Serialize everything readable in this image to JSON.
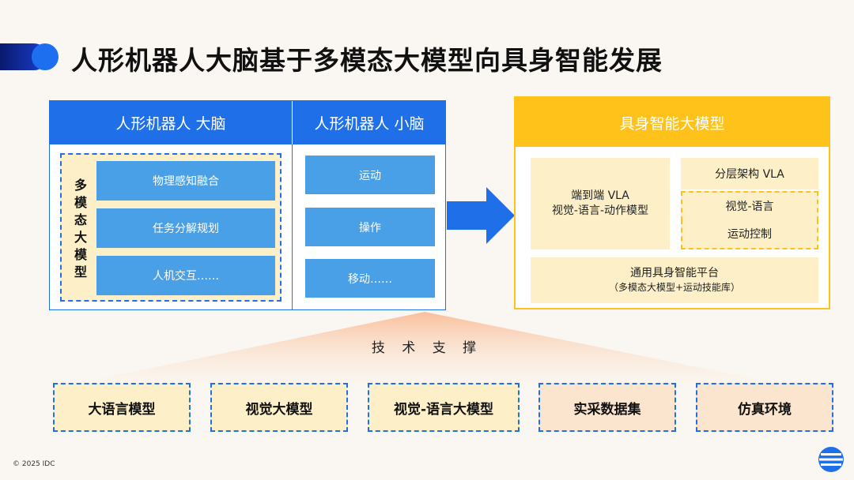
{
  "page": {
    "title": "人形机器人大脑基于多模态大模型向具身智能发展"
  },
  "left_panel": {
    "brain_header": "人形机器人 大脑",
    "cerebellum_header": "人形机器人 小脑",
    "multimodal_label": "多模态大模型",
    "brain_items": [
      "物理感知融合",
      "任务分解规划",
      "人机交互……"
    ],
    "cerebellum_items": [
      "运动",
      "操作",
      "移动……"
    ]
  },
  "right_panel": {
    "header": "具身智能大模型",
    "e2e_line1": "端到端 VLA",
    "e2e_line2": "视觉-语言-动作模型",
    "layered_title": "分层架构 VLA",
    "layered_item1": "视觉-语言",
    "layered_item2": "运动控制",
    "platform_line1": "通用具身智能平台",
    "platform_line2": "（多模态大模型+运动技能库）"
  },
  "support": {
    "label": "技 术 支 撑",
    "items": [
      "大语言模型",
      "视觉大模型",
      "视觉-语言大模型",
      "实采数据集",
      "仿真环境"
    ]
  },
  "footer": {
    "copyright": "© 2025 IDC",
    "logo_icon": "idc-globe-icon"
  },
  "colors": {
    "blue": "#1f6fe8",
    "light_blue": "#4aa0e6",
    "yellow": "#ffc21a",
    "cream": "#fdf0c8",
    "peach": "#fbe5cf"
  }
}
